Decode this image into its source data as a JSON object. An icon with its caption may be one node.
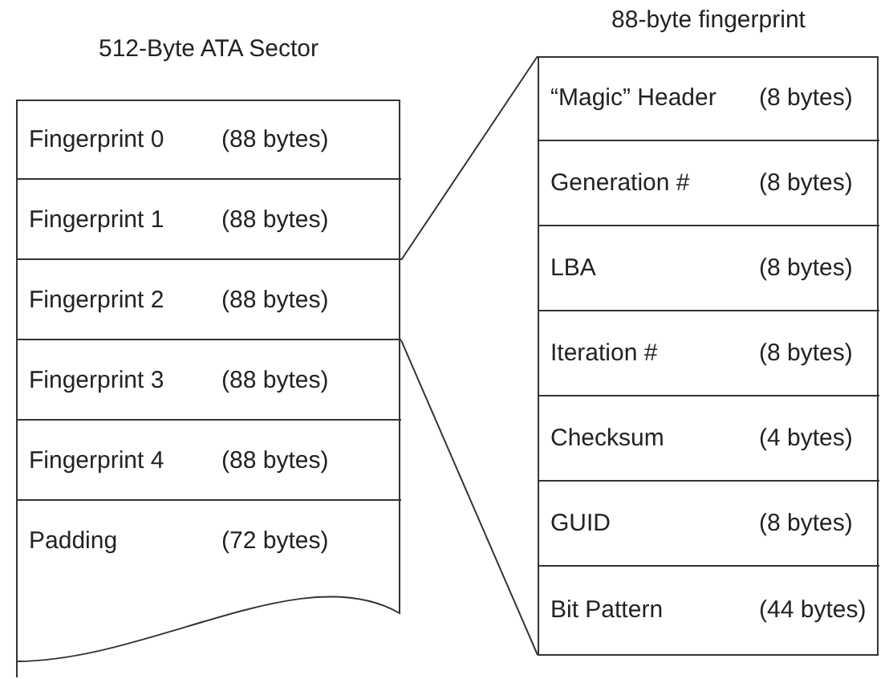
{
  "diagram": {
    "nodes": [
      {
        "text": [
          "512-Byte ATA Sector"
        ]
      },
      {
        "text": [
          "Fingerprint 0",
          "(88 bytes)"
        ],
        "in": 0
      },
      {
        "text": [
          "Fingerprint 1",
          "(88 bytes)"
        ],
        "in": 0
      },
      {
        "text": [
          "Fingerprint 2",
          "(88 bytes)"
        ],
        "in": 0
      },
      {
        "text": [
          "Fingerprint 3",
          "(88 bytes)"
        ],
        "in": 0
      },
      {
        "text": [
          "Fingerprint 4",
          "(88 bytes)"
        ],
        "in": 0
      },
      {
        "text": [
          "Padding",
          "(72 bytes)"
        ],
        "in": 0
      },
      {
        "text": [
          "88-byte fingerprint"
        ]
      },
      {
        "text": [
          "“Magic” Header",
          "(8 bytes)"
        ],
        "in": 7
      },
      {
        "text": [
          "Generation #",
          "(8 bytes)"
        ],
        "in": 7
      },
      {
        "text": [
          "LBA",
          "(8 bytes)"
        ],
        "in": 7
      },
      {
        "text": [
          "Iteration #",
          "(8 bytes)"
        ],
        "in": 7
      },
      {
        "text": [
          "Checksum",
          "(4 bytes)"
        ],
        "in": 7
      },
      {
        "text": [
          "GUID",
          "(8 bytes)"
        ],
        "in": 7
      },
      {
        "text": [
          "Bit Pattern",
          "(44 bytes)"
        ],
        "in": 7
      }
    ],
    "edges": [
      {
        "from": 3,
        "to": 7,
        "arrow": "none"
      },
      {
        "from": 3,
        "to": 7,
        "arrow": "none"
      }
    ]
  }
}
